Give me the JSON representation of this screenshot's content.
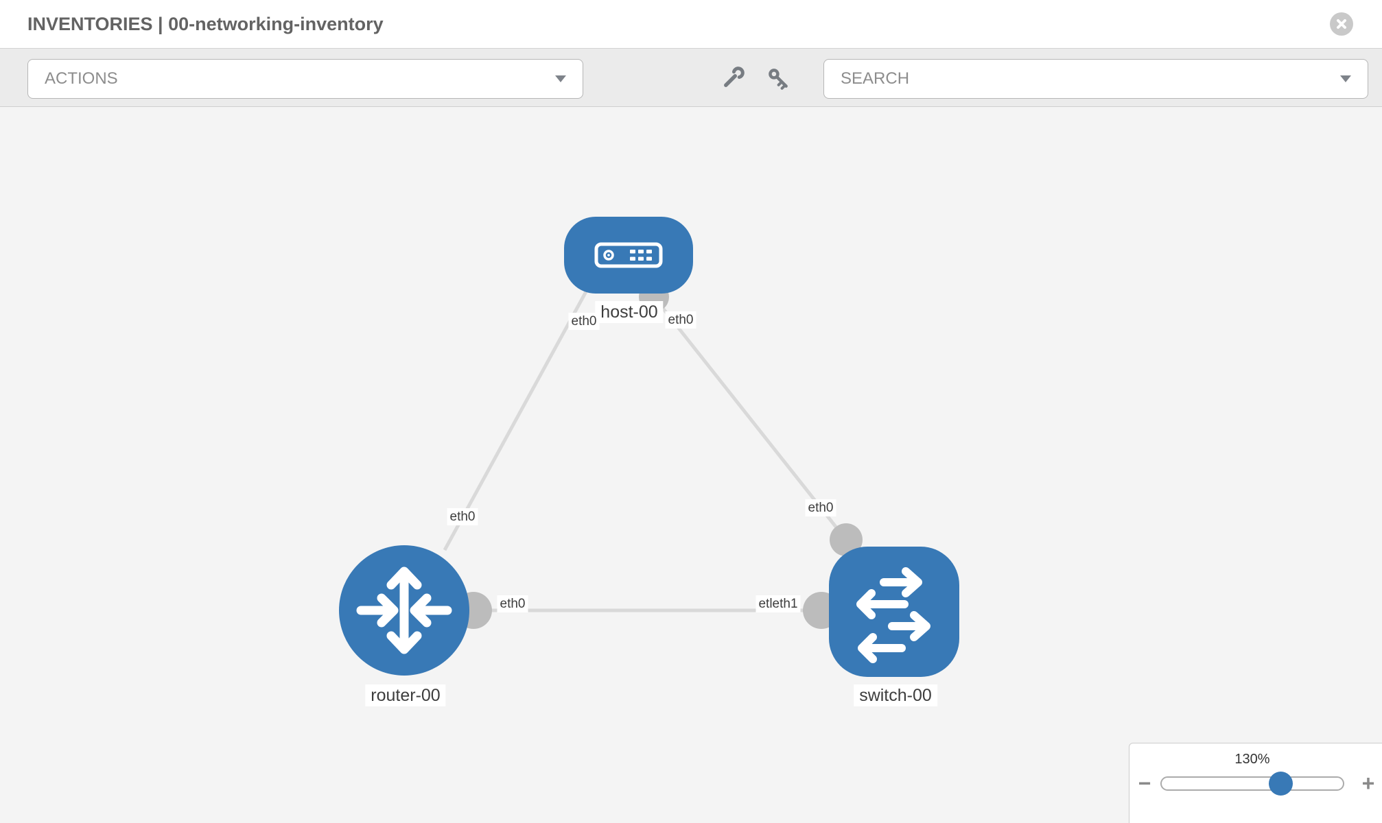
{
  "header": {
    "title": "INVENTORIES | 00-networking-inventory",
    "close_icon": "x-circle"
  },
  "toolbar": {
    "actions_label": "ACTIONS",
    "search_label": "SEARCH",
    "icons": [
      "wrench-icon",
      "key-icon"
    ]
  },
  "topology": {
    "nodes": [
      {
        "id": "host-00",
        "label": "host-00",
        "type": "host"
      },
      {
        "id": "router-00",
        "label": "router-00",
        "type": "router"
      },
      {
        "id": "switch-00",
        "label": "switch-00",
        "type": "switch"
      }
    ],
    "links": [
      {
        "from": "host-00",
        "from_port": "eth0",
        "to": "router-00",
        "to_port": "eth0"
      },
      {
        "from": "host-00",
        "from_port": "eth0",
        "to": "switch-00",
        "to_port": "eth0"
      },
      {
        "from": "router-00",
        "from_port": "eth0",
        "to": "switch-00",
        "to_port": "etleth1"
      }
    ]
  },
  "zoom_control": {
    "level": "130%",
    "value_percent": 130,
    "minus_label": "−",
    "plus_label": "+"
  },
  "colors": {
    "node_blue": "#3879b6",
    "canvas_bg": "#f4f4f4",
    "toolbar_bg": "#ebebeb",
    "link_gray": "#d9d9d9",
    "connector_gray": "#bcbcbc",
    "title_gray": "#636363"
  }
}
